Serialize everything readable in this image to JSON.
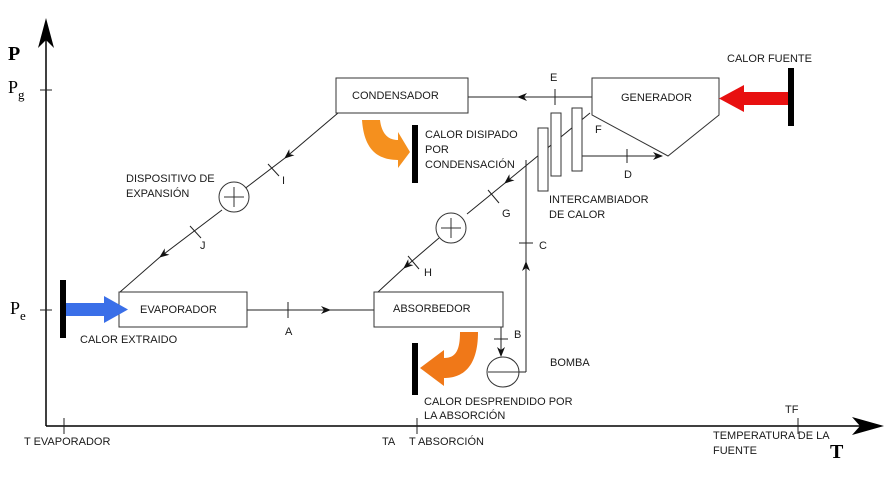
{
  "axes": {
    "y_label": "P",
    "x_label": "T",
    "pg_main": "P",
    "pg_sub": "g",
    "pe_main": "P",
    "pe_sub": "e",
    "t_evaporador": "T EVAPORADOR",
    "ta": "TA",
    "t_absorcion": "T ABSORCIÓN",
    "tf": "TF",
    "temp_fuente_1": "TEMPERATURA DE LA",
    "temp_fuente_2": "FUENTE"
  },
  "components": {
    "condensador": "CONDENSADOR",
    "generador": "GENERADOR",
    "evaporador": "EVAPORADOR",
    "absorbedor": "ABSORBEDOR",
    "bomba": "BOMBA",
    "dispositivo_1": "DISPOSITIVO DE",
    "dispositivo_2": "EXPANSIÓN",
    "intercambiador_1": "INTERCAMBIADOR",
    "intercambiador_2": "DE CALOR"
  },
  "heat": {
    "calor_fuente": "CALOR FUENTE",
    "calor_disipado_1": "CALOR DISIPADO",
    "calor_disipado_2": "POR",
    "calor_disipado_3": "CONDENSACIÓN",
    "calor_extraido": "CALOR EXTRAIDO",
    "calor_desprendido_1": "CALOR DESPRENDIDO POR",
    "calor_desprendido_2": "LA ABSORCIÓN"
  },
  "points": {
    "a": "A",
    "b": "B",
    "c": "C",
    "d": "D",
    "e": "E",
    "f": "F",
    "g": "G",
    "h": "H",
    "i": "I",
    "j": "J"
  },
  "colors": {
    "source_arrow": "#e81010",
    "extracted_arrow": "#3a6fe8",
    "dissipated_arrow": "#f5901e",
    "absorption_arrow": "#f07818"
  }
}
